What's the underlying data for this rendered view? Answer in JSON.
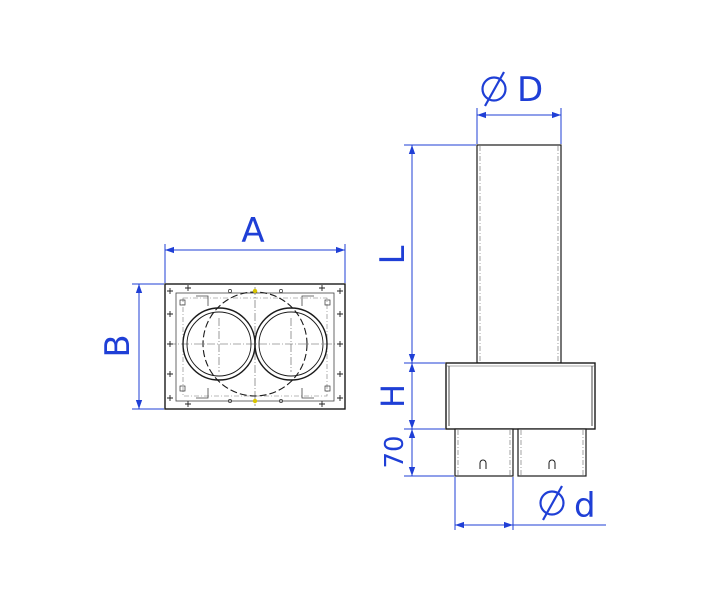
{
  "colors": {
    "dimension": "#1f3fd6",
    "outline": "#1a1a1a",
    "detail": "#444444",
    "background": "#ffffff"
  },
  "labels": {
    "a": "A",
    "b": "B",
    "d_upper": "D",
    "l": "L",
    "h": "H",
    "seventy": "70",
    "d_lower": "d"
  }
}
